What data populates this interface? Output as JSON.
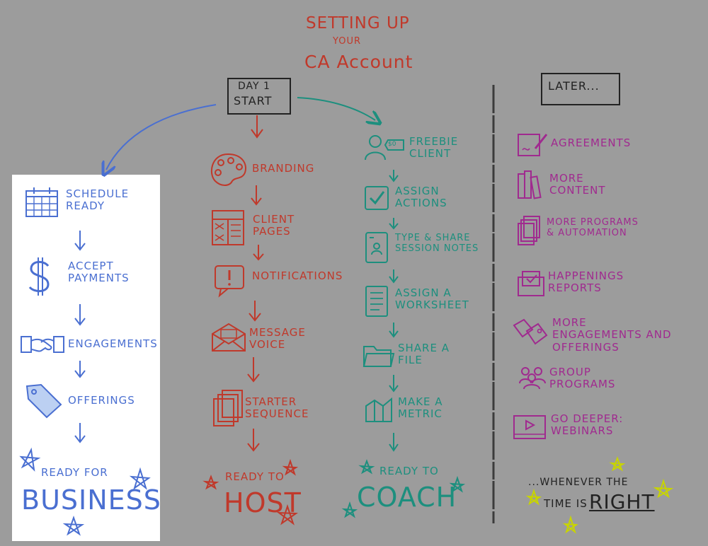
{
  "title": {
    "line1": "Setting Up",
    "line2": "your",
    "line3": "CA Account"
  },
  "start_box": {
    "line1": "Day 1",
    "line2": "Start"
  },
  "later_box": "Later...",
  "blue_column": {
    "items": [
      "Schedule Ready",
      "Accept Payments",
      "Engagements",
      "Offerings"
    ],
    "end_small": "Ready for",
    "end_big": "Business"
  },
  "red_column": {
    "items": [
      "Branding",
      "Client Pages",
      "Notifications",
      "Message Voice",
      "Starter Sequence"
    ],
    "end_small": "Ready to",
    "end_big": "Host"
  },
  "teal_column": {
    "items": [
      "Freebie Client",
      "Assign Actions",
      "Type & Share Session Notes",
      "Assign a Worksheet",
      "Share a File",
      "Make a Metric"
    ],
    "end_small": "Ready to",
    "end_big": "Coach"
  },
  "later_column": {
    "items": [
      "Agreements",
      "More Content",
      "More Programs & Automation",
      "Happenings Reports",
      "More Engagements and Offerings",
      "Group Programs",
      "Go Deeper: Webinars"
    ]
  },
  "footer": {
    "line1": "...Whenever the",
    "line2_a": "time is",
    "line2_b": "Right"
  },
  "badge_text": "$0",
  "colors": {
    "blue": "#4a6fd1",
    "red": "#c0392b",
    "teal": "#1d8f7e",
    "purple": "#a02a8f",
    "yellow": "#c8d400",
    "background": "#9c9c9c"
  }
}
